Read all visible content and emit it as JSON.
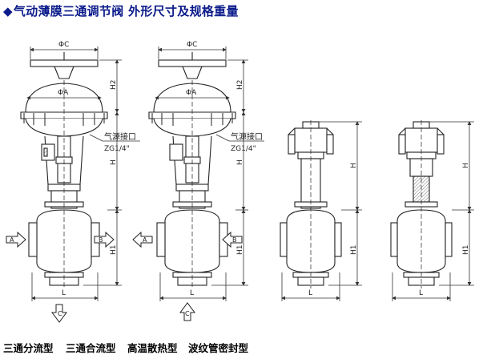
{
  "title": {
    "icon": "diamond-bullet-icon",
    "text": "气动薄膜三通调节阀 外形尺寸及规格重量",
    "color": "#0a1a8a"
  },
  "captions": [
    "三通分流型",
    "三通合流型",
    "高温散热型",
    "波纹管密封型"
  ],
  "labels": {
    "phi_c": "ΦC",
    "phi_a": "ΦA",
    "h2": "H2",
    "h": "H",
    "h1": "H1",
    "l": "L",
    "a": "A",
    "b": "B",
    "c": "C",
    "air_source": "气源接口",
    "zg": "ZG1/4\""
  }
}
